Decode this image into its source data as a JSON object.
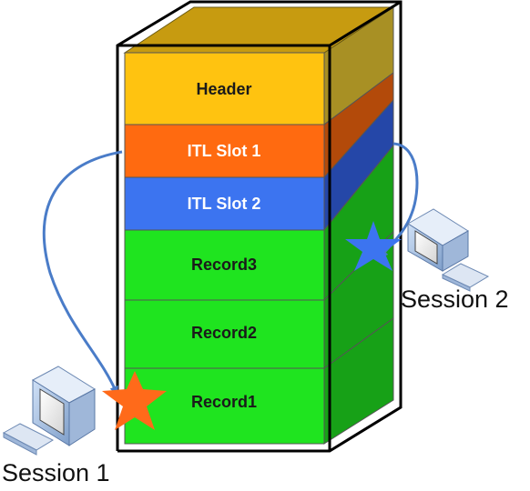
{
  "blocks": [
    {
      "label": "Header",
      "front": "#FFC310",
      "side": "#A89024",
      "text": "#1a1a1a"
    },
    {
      "label": "ITL Slot 1",
      "front": "#FF6A10",
      "side": "#B34A0A",
      "text": "#ffffff"
    },
    {
      "label": "ITL Slot 2",
      "front": "#3C74F0",
      "side": "#2547A8",
      "text": "#ffffff"
    },
    {
      "label": "Record3",
      "front": "#1FE41F",
      "side": "#17A117",
      "text": "#1a1a1a"
    },
    {
      "label": "Record2",
      "front": "#1FE41F",
      "side": "#17A117",
      "text": "#1a1a1a"
    },
    {
      "label": "Record1",
      "front": "#1FE41F",
      "side": "#17A117",
      "text": "#1a1a1a"
    }
  ],
  "sessions": [
    {
      "label": "Session 1",
      "marker_color": "#FF6A1A",
      "arrow_color": "#4A7CC8"
    },
    {
      "label": "Session 2",
      "marker_color": "#3C74F0",
      "arrow_color": "#4A7CC8"
    }
  ]
}
